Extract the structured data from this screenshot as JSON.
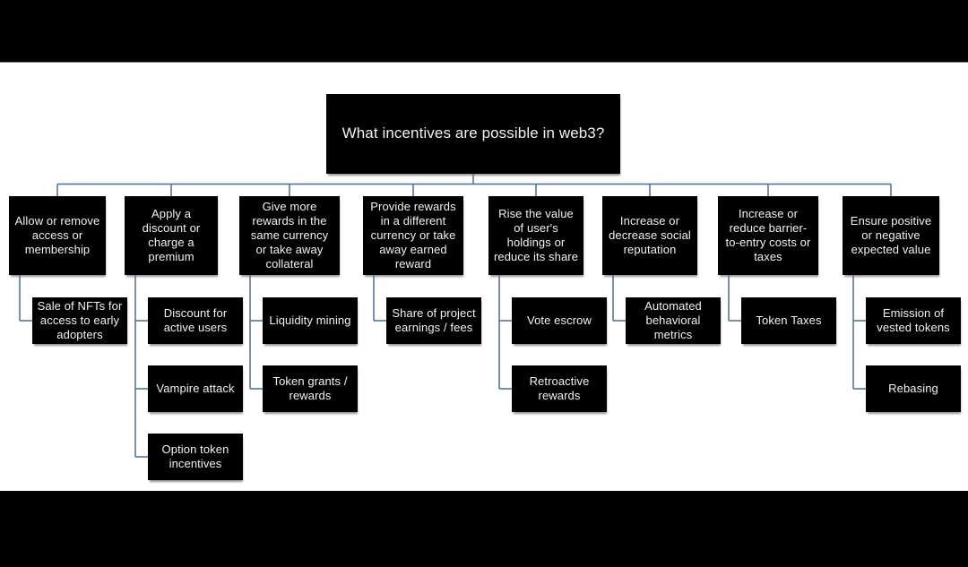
{
  "slide": {
    "title": "What incentives are possible in web3?"
  },
  "diagram": {
    "root": {
      "label": "What incentives are possible in web3?"
    },
    "branches": [
      {
        "label": "Allow or remove access or membership",
        "children": [
          {
            "label": "Sale of NFTs for access to early adopters"
          }
        ]
      },
      {
        "label": "Apply a discount or charge a premium",
        "children": [
          {
            "label": "Discount for active users"
          },
          {
            "label": "Vampire attack"
          },
          {
            "label": "Option token incentives"
          }
        ]
      },
      {
        "label": "Give more rewards in the same currency or take away collateral",
        "children": [
          {
            "label": "Liquidity mining"
          },
          {
            "label": "Token grants / rewards"
          }
        ]
      },
      {
        "label": "Provide rewards in a different currency or take away earned reward",
        "children": [
          {
            "label": "Share of project earnings / fees"
          }
        ]
      },
      {
        "label": "Rise the value of user's holdings or reduce its share",
        "children": [
          {
            "label": "Vote escrow"
          },
          {
            "label": "Retroactive rewards"
          }
        ]
      },
      {
        "label": "Increase or decrease social reputation",
        "children": [
          {
            "label": "Automated behavioral metrics"
          }
        ]
      },
      {
        "label": "Increase or reduce barrier-to-entry costs or taxes",
        "children": [
          {
            "label": "Token Taxes"
          }
        ]
      },
      {
        "label": "Ensure positive or negative expected value",
        "children": [
          {
            "label": "Emission of vested tokens"
          },
          {
            "label": "Rebasing"
          }
        ]
      }
    ],
    "colors": {
      "node_background": "#000000",
      "node_text": "#f2f2f2",
      "connector": "#4c6d92",
      "canvas_background": "#ffffff",
      "letterbox": "#000000"
    }
  }
}
